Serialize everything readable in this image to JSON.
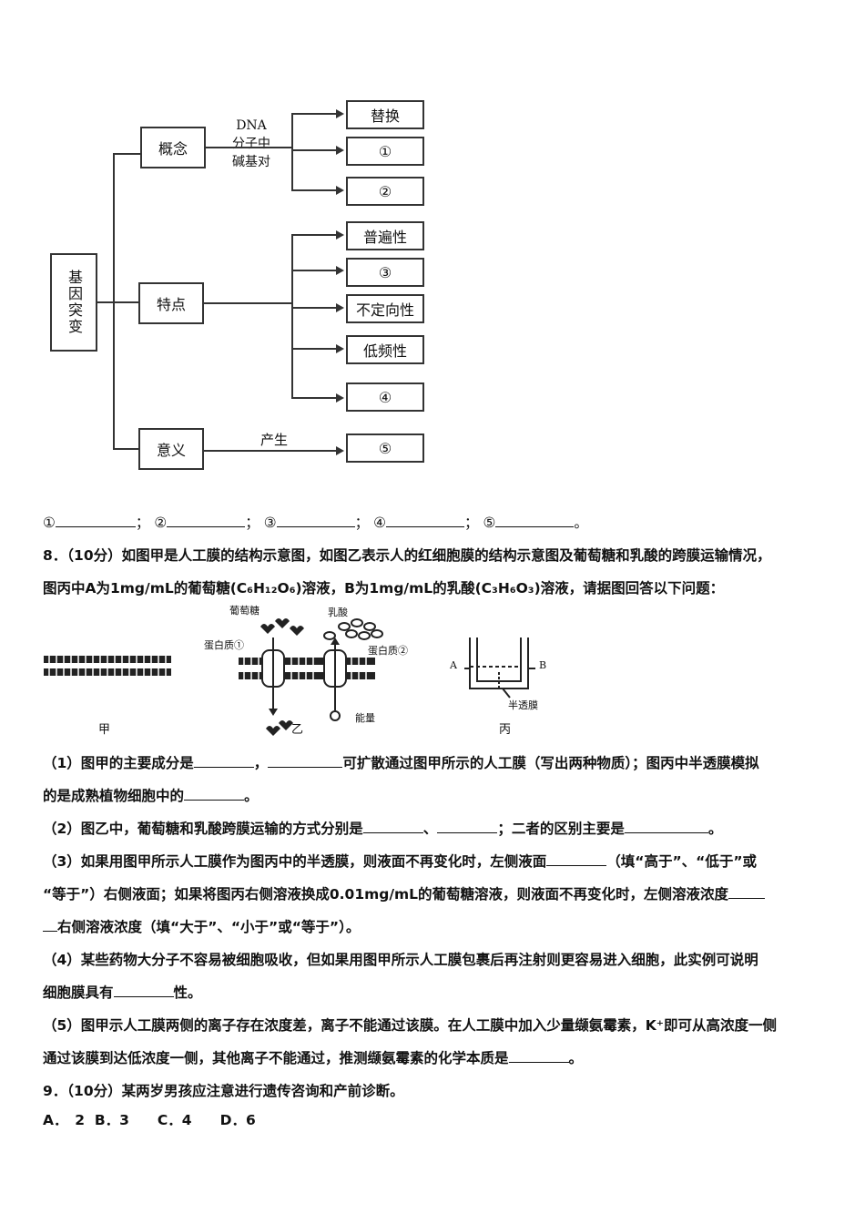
{
  "diagram": {
    "root": "基因突变",
    "concept": "概念",
    "concept_note": [
      "DNA",
      "分子中",
      "碱基对"
    ],
    "concept_targets": [
      "替换",
      "①",
      "②"
    ],
    "feature": "特点",
    "feature_targets": [
      "普遍性",
      "③",
      "不定向性",
      "低频性",
      "④"
    ],
    "meaning": "意义",
    "meaning_note": "产生",
    "meaning_target": "⑤"
  },
  "q7_answer_line": {
    "items": [
      "①",
      "②",
      "③",
      "④",
      "⑤"
    ],
    "sep": "；",
    "end": "。"
  },
  "q8": {
    "intro_line1": "8．（10分）如图甲是人工膜的结构示意图，如图乙表示人的红细胞膜的结构示意图及葡萄糖和乳酸的跨膜运输情况，",
    "intro_line2": "图丙中A为1mg/mL的葡萄糖(C₆H₁₂O₆)溶液，B为1mg/mL的乳酸(C₃H₆O₃)溶液，请据图回答以下问题：",
    "fig_labels": {
      "jia": "甲",
      "yi": "乙",
      "bing": "丙",
      "glucose": "葡萄糖",
      "lactic": "乳酸",
      "protein1": "蛋白质①",
      "protein2": "蛋白质②",
      "energy": "能量",
      "A": "A",
      "B": "B",
      "membrane": "半透膜"
    },
    "p1a": "（1）图甲的主要成分是",
    "p1b": "，",
    "p1c": "可扩散通过图甲所示的人工膜（写出两种物质）；图丙中半透膜模拟",
    "p1d": "的是成熟植物细胞中的",
    "p1e": "。",
    "p2a": "（2）图乙中，葡萄糖和乳酸跨膜运输的方式分别是",
    "p2b": "、",
    "p2c": "；二者的区别主要是",
    "p2d": "。",
    "p3a": "（3）如果用图甲所示人工膜作为图丙中的半透膜，则液面不再变化时，左侧液面",
    "p3b": "（填“高于”、“低于”或",
    "p3c": "“等于”）右侧液面；如果将图丙右侧溶液换成0.01mg/mL的葡萄糖溶液，则液面不再变化时，左侧溶液浓度",
    "p3d": "右侧溶液浓度（填“大于”、“小于”或“等于”）。",
    "p4a": "（4）某些药物大分子不容易被细胞吸收，但如果用图甲所示人工膜包裹后再注射则更容易进入细胞，此实例可说明",
    "p4b": "细胞膜具有",
    "p4c": "性。",
    "p5a": "（5）图甲示人工膜两侧的离子存在浓度差，离子不能通过该膜。在人工膜中加入少量缬氨霉素，K⁺即可从高浓度一侧",
    "p5b": "通过该膜到达低浓度一侧，其他离子不能通过，推测缬氨霉素的化学本质是",
    "p5c": "。"
  },
  "q9": {
    "stem": "9．（10分）某两岁男孩应注意进行遗传咨询和产前诊断。",
    "options": "A．　2  B．3　　C．4　　D．6"
  }
}
